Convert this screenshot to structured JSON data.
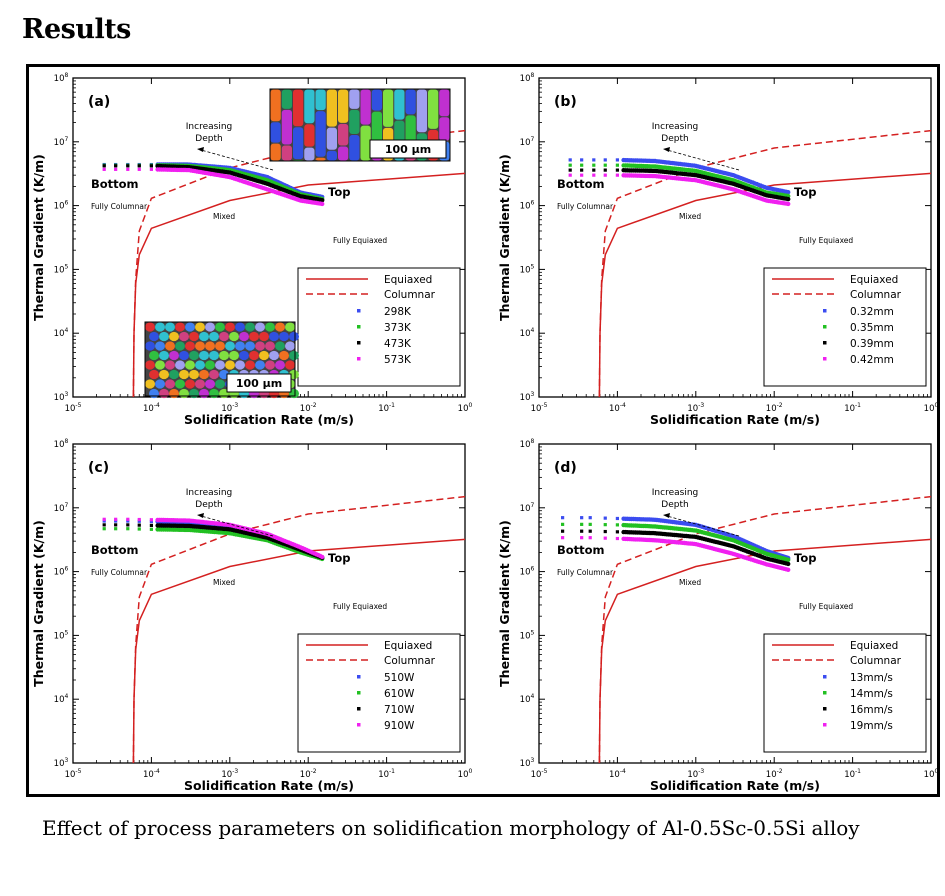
{
  "page": {
    "title": "Results",
    "caption": "Effect of process parameters on solidification morphology of Al-0.5Sc-0.5Si alloy"
  },
  "colors": {
    "curve": "#d42020",
    "blue": "#3b4cf0",
    "green": "#22c022",
    "black": "#000000",
    "magenta": "#f020f0"
  },
  "micrographs": {
    "scale_bar_label": "100 µm"
  },
  "chart_data": [
    {
      "type": "scatter",
      "panel_label": "(a)",
      "xlabel": "Solidification Rate (m/s)",
      "ylabel": "Thermal Gradient (K/m)",
      "xscale": "log",
      "yscale": "log",
      "xlim": [
        1e-05,
        1
      ],
      "ylim": [
        1000,
        100000000
      ],
      "x_ticks": [
        "10-5",
        "10-4",
        "10-3",
        "10-2",
        "10-1",
        "100"
      ],
      "y_ticks": [
        "103",
        "104",
        "105",
        "106",
        "107",
        "108"
      ],
      "grid": false,
      "legend_position": "bottom-right",
      "annotations": {
        "depth": "Increasing Depth",
        "bottom": "Bottom",
        "top": "Top",
        "columnar_region": "Fully Columnar",
        "mixed_region": "Mixed",
        "equiaxed_region": "Fully Equiaxed"
      },
      "insets": [
        "columnar grain micrograph (top)",
        "equiaxed grain micrograph (bottom-left)"
      ],
      "lines": [
        {
          "name": "Equiaxed",
          "style": "solid",
          "x": [
            5.9e-05,
            6e-05,
            6.3e-05,
            7e-05,
            0.0001,
            0.001,
            0.01,
            1
          ],
          "y": [
            1000,
            10000,
            60000,
            170000,
            440000,
            1200000,
            2100000,
            3200000
          ]
        },
        {
          "name": "Columnar",
          "style": "dashed",
          "x": [
            5.9e-05,
            6e-05,
            6.3e-05,
            7e-05,
            0.0001,
            0.001,
            0.01,
            1
          ],
          "y": [
            1000,
            10000,
            70000,
            400000,
            1300000,
            3900000,
            8000000,
            15000000
          ]
        }
      ],
      "series": [
        {
          "name": "298K",
          "color": "blue",
          "x": [
            2.5e-05,
            5e-05,
            0.0001,
            0.0003,
            0.001,
            0.003,
            0.008,
            0.016
          ],
          "y": [
            4400000,
            4400000,
            4400000,
            4400000,
            3900000,
            2800000,
            1600000,
            1350000
          ]
        },
        {
          "name": "373K",
          "color": "green",
          "x": [
            2.5e-05,
            5e-05,
            0.0001,
            0.0003,
            0.001,
            0.003,
            0.008,
            0.016
          ],
          "y": [
            4300000,
            4300000,
            4300000,
            4200000,
            3600000,
            2500000,
            1500000,
            1250000
          ]
        },
        {
          "name": "473K",
          "color": "black",
          "x": [
            2.5e-05,
            5e-05,
            0.0001,
            0.0003,
            0.001,
            0.003,
            0.008,
            0.016
          ],
          "y": [
            4200000,
            4200000,
            4200000,
            4000000,
            3300000,
            2200000,
            1400000,
            1200000
          ]
        },
        {
          "name": "573K",
          "color": "magenta",
          "x": [
            2.5e-05,
            5e-05,
            0.0001,
            0.0003,
            0.001,
            0.003,
            0.008,
            0.016
          ],
          "y": [
            3700000,
            3700000,
            3700000,
            3600000,
            2800000,
            1800000,
            1200000,
            1050000
          ]
        }
      ]
    },
    {
      "type": "scatter",
      "panel_label": "(b)",
      "xlabel": "Solidification Rate (m/s)",
      "ylabel": "Thermal Gradient (K/m)",
      "xscale": "log",
      "yscale": "log",
      "xlim": [
        1e-05,
        1
      ],
      "ylim": [
        1000,
        100000000
      ],
      "x_ticks": [
        "10-5",
        "10-4",
        "10-3",
        "10-2",
        "10-1",
        "100"
      ],
      "y_ticks": [
        "103",
        "104",
        "105",
        "106",
        "107",
        "108"
      ],
      "grid": false,
      "legend_position": "bottom-right",
      "annotations": {
        "depth": "Increasing Depth",
        "bottom": "Bottom",
        "top": "Top",
        "columnar_region": "Fully Columnar",
        "mixed_region": "Mixed",
        "equiaxed_region": "Fully Equiaxed"
      },
      "insets": [],
      "lines": [
        {
          "name": "Equiaxed",
          "style": "solid",
          "x": [
            5.9e-05,
            6e-05,
            6.3e-05,
            7e-05,
            0.0001,
            0.001,
            0.01,
            1
          ],
          "y": [
            1000,
            10000,
            60000,
            170000,
            440000,
            1200000,
            2100000,
            3200000
          ]
        },
        {
          "name": "Columnar",
          "style": "dashed",
          "x": [
            5.9e-05,
            6e-05,
            6.3e-05,
            7e-05,
            0.0001,
            0.001,
            0.01,
            1
          ],
          "y": [
            1000,
            10000,
            70000,
            400000,
            1300000,
            3900000,
            8000000,
            15000000
          ]
        }
      ],
      "series": [
        {
          "name": "0.32mm",
          "color": "blue",
          "x": [
            2.5e-05,
            5e-05,
            0.0001,
            0.0003,
            0.001,
            0.003,
            0.008,
            0.016
          ],
          "y": [
            5200000,
            5200000,
            5200000,
            5000000,
            4200000,
            3000000,
            1900000,
            1600000
          ]
        },
        {
          "name": "0.35mm",
          "color": "green",
          "x": [
            2.5e-05,
            5e-05,
            0.0001,
            0.0003,
            0.001,
            0.003,
            0.008,
            0.016
          ],
          "y": [
            4300000,
            4300000,
            4300000,
            4100000,
            3500000,
            2500000,
            1600000,
            1400000
          ]
        },
        {
          "name": "0.39mm",
          "color": "black",
          "x": [
            2.5e-05,
            5e-05,
            0.0001,
            0.0003,
            0.001,
            0.003,
            0.008,
            0.016
          ],
          "y": [
            3600000,
            3600000,
            3600000,
            3500000,
            3000000,
            2200000,
            1450000,
            1250000
          ]
        },
        {
          "name": "0.42mm",
          "color": "magenta",
          "x": [
            2.5e-05,
            5e-05,
            0.0001,
            0.0003,
            0.001,
            0.003,
            0.008,
            0.016
          ],
          "y": [
            3000000,
            3000000,
            3000000,
            2900000,
            2500000,
            1800000,
            1200000,
            1050000
          ]
        }
      ]
    },
    {
      "type": "scatter",
      "panel_label": "(c)",
      "xlabel": "Solidification Rate (m/s)",
      "ylabel": "Thermal Gradient (K/m)",
      "xscale": "log",
      "yscale": "log",
      "xlim": [
        1e-05,
        1
      ],
      "ylim": [
        1000,
        100000000
      ],
      "x_ticks": [
        "10-5",
        "10-4",
        "10-3",
        "10-2",
        "10-1",
        "100"
      ],
      "y_ticks": [
        "103",
        "104",
        "105",
        "106",
        "107",
        "108"
      ],
      "grid": false,
      "legend_position": "bottom-right",
      "annotations": {
        "depth": "Increasing Depth",
        "bottom": "Bottom",
        "top": "Top",
        "columnar_region": "Fully Columnar",
        "mixed_region": "Mixed",
        "equiaxed_region": "Fully Equiaxed"
      },
      "insets": [],
      "lines": [
        {
          "name": "Equiaxed",
          "style": "solid",
          "x": [
            5.9e-05,
            6e-05,
            6.3e-05,
            7e-05,
            0.0001,
            0.001,
            0.01,
            1
          ],
          "y": [
            1000,
            10000,
            60000,
            170000,
            440000,
            1200000,
            2100000,
            3200000
          ]
        },
        {
          "name": "Columnar",
          "style": "dashed",
          "x": [
            5.9e-05,
            6e-05,
            6.3e-05,
            7e-05,
            0.0001,
            0.001,
            0.01,
            1
          ],
          "y": [
            1000,
            10000,
            70000,
            400000,
            1300000,
            3900000,
            8000000,
            15000000
          ]
        }
      ],
      "series": [
        {
          "name": "510W",
          "color": "blue",
          "x": [
            2.5e-05,
            5e-05,
            0.0001,
            0.0003,
            0.001,
            0.003,
            0.008,
            0.016
          ],
          "y": [
            6200000,
            6200000,
            6100000,
            5900000,
            5100000,
            3700000,
            2300000,
            1600000
          ]
        },
        {
          "name": "610W",
          "color": "green",
          "x": [
            2.5e-05,
            5e-05,
            0.0001,
            0.0003,
            0.001,
            0.003,
            0.008,
            0.016
          ],
          "y": [
            4700000,
            4700000,
            4600000,
            4500000,
            4000000,
            3100000,
            2000000,
            1550000
          ]
        },
        {
          "name": "710W",
          "color": "black",
          "x": [
            2.5e-05,
            5e-05,
            0.0001,
            0.0003,
            0.001,
            0.003,
            0.008,
            0.016
          ],
          "y": [
            5400000,
            5400000,
            5300000,
            5200000,
            4600000,
            3400000,
            2200000,
            1600000
          ]
        },
        {
          "name": "910W",
          "color": "magenta",
          "x": [
            2.5e-05,
            5e-05,
            0.0001,
            0.0003,
            0.001,
            0.003,
            0.008,
            0.016
          ],
          "y": [
            6600000,
            6600000,
            6500000,
            6300000,
            5400000,
            3900000,
            2400000,
            1650000
          ]
        }
      ]
    },
    {
      "type": "scatter",
      "panel_label": "(d)",
      "xlabel": "Solidification Rate (m/s)",
      "ylabel": "Thermal Gradient (K/m)",
      "xscale": "log",
      "yscale": "log",
      "xlim": [
        1e-05,
        1
      ],
      "ylim": [
        1000,
        100000000
      ],
      "x_ticks": [
        "10-5",
        "10-4",
        "10-3",
        "10-2",
        "10-1",
        "100"
      ],
      "y_ticks": [
        "103",
        "104",
        "105",
        "106",
        "107",
        "108"
      ],
      "grid": false,
      "legend_position": "bottom-right",
      "annotations": {
        "depth": "Increasing Depth",
        "bottom": "Bottom",
        "top": "Top",
        "columnar_region": "Fully Columnar",
        "mixed_region": "Mixed",
        "equiaxed_region": "Fully Equiaxed"
      },
      "insets": [],
      "lines": [
        {
          "name": "Equiaxed",
          "style": "solid",
          "x": [
            5.9e-05,
            6e-05,
            6.3e-05,
            7e-05,
            0.0001,
            0.001,
            0.01,
            1
          ],
          "y": [
            1000,
            10000,
            60000,
            170000,
            440000,
            1200000,
            2100000,
            3200000
          ]
        },
        {
          "name": "Columnar",
          "style": "dashed",
          "x": [
            5.9e-05,
            6e-05,
            6.3e-05,
            7e-05,
            0.0001,
            0.001,
            0.01,
            1
          ],
          "y": [
            1000,
            10000,
            70000,
            400000,
            1300000,
            3900000,
            8000000,
            15000000
          ]
        }
      ],
      "series": [
        {
          "name": "13mm/s",
          "color": "blue",
          "x": [
            2e-05,
            4.5e-05,
            0.0001,
            0.0003,
            0.001,
            0.003,
            0.008,
            0.016
          ],
          "y": [
            7000000,
            7000000,
            6800000,
            6500000,
            5400000,
            3600000,
            2100000,
            1600000
          ]
        },
        {
          "name": "14mm/s",
          "color": "green",
          "x": [
            2e-05,
            4.5e-05,
            0.0001,
            0.0003,
            0.001,
            0.003,
            0.008,
            0.016
          ],
          "y": [
            5500000,
            5500000,
            5400000,
            5100000,
            4400000,
            3100000,
            1900000,
            1500000
          ]
        },
        {
          "name": "16mm/s",
          "color": "black",
          "x": [
            2e-05,
            4.5e-05,
            0.0001,
            0.0003,
            0.001,
            0.003,
            0.008,
            0.016
          ],
          "y": [
            4300000,
            4300000,
            4200000,
            4000000,
            3500000,
            2500000,
            1600000,
            1300000
          ]
        },
        {
          "name": "19mm/s",
          "color": "magenta",
          "x": [
            2e-05,
            4.5e-05,
            0.0001,
            0.0003,
            0.001,
            0.003,
            0.008,
            0.016
          ],
          "y": [
            3400000,
            3400000,
            3300000,
            3100000,
            2700000,
            1900000,
            1300000,
            1050000
          ]
        }
      ]
    }
  ]
}
